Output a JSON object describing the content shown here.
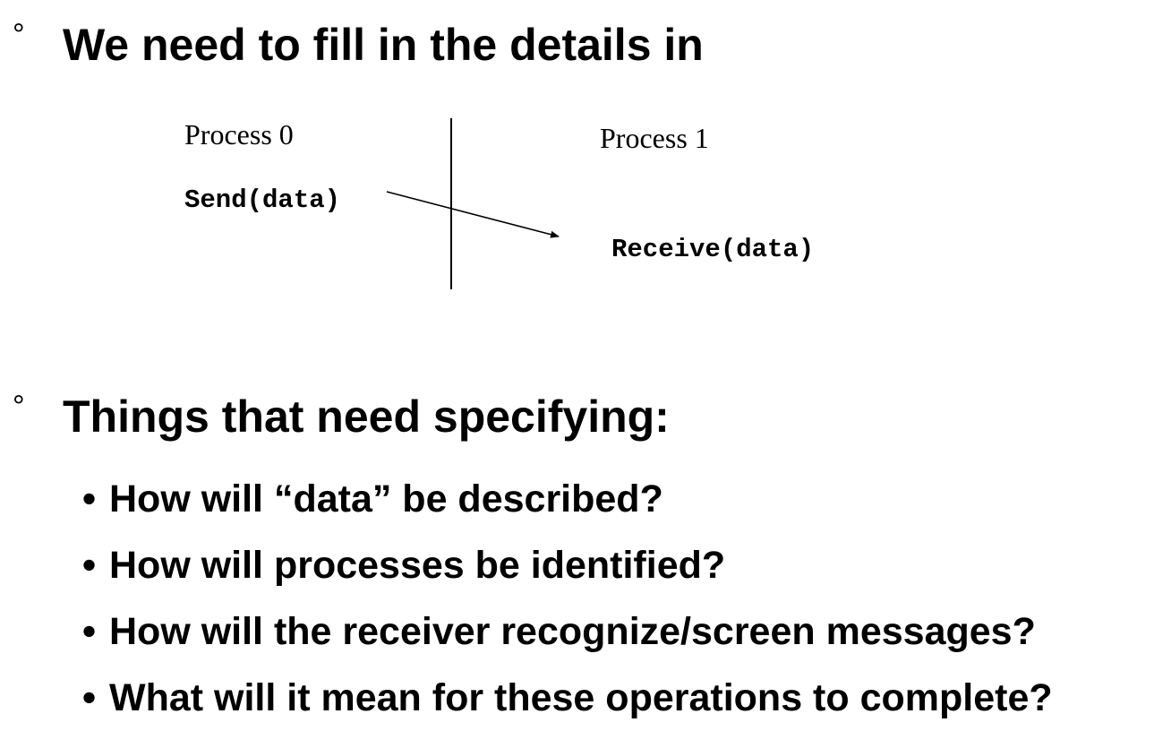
{
  "bullets": {
    "marker": "°"
  },
  "heading_1": "We need to fill in the details in",
  "diagram": {
    "process_0_label": "Process 0",
    "process_1_label": "Process 1",
    "send_call": "Send(data)",
    "receive_call": "Receive(data)"
  },
  "heading_2": "Things that need specifying:",
  "sub_bullets": [
    "How will “data” be described?",
    "How will processes be identified?",
    "How will the receiver recognize/screen messages?",
    "What will it mean for these operations to complete?"
  ],
  "sub_bullet_marker": "•"
}
